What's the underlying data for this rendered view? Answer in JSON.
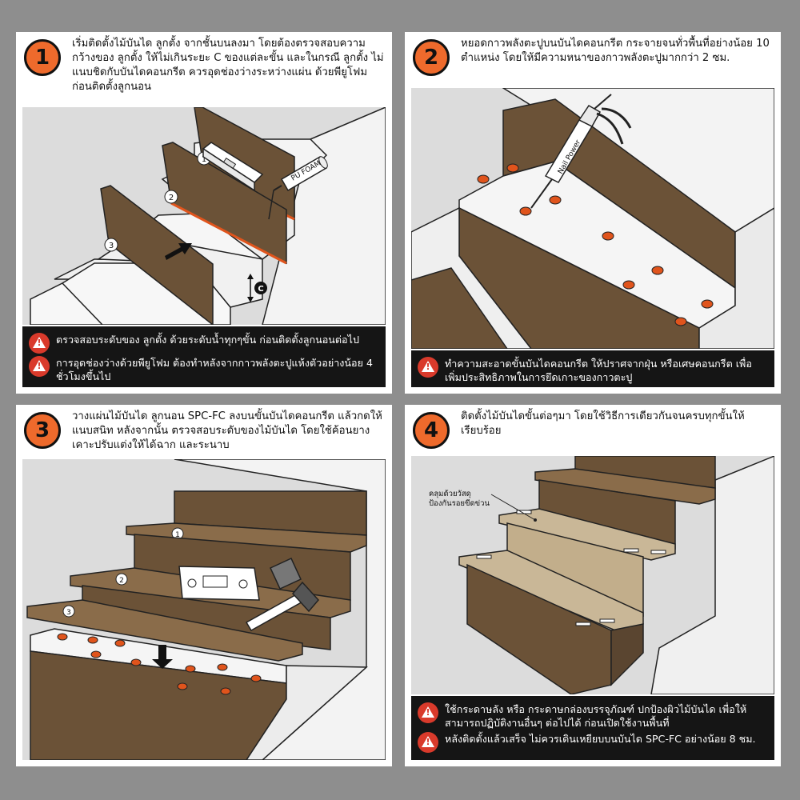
{
  "steps": [
    {
      "number": "1",
      "text": "เริ่มติดตั้งไม้บันได ลูกตั้ง จากชั้นบนลงมา โดยต้องตรวจสอบความกว้างของ ลูกตั้ง ให้ไม่เกินระยะ C ของแต่ละขั้น และในกรณี ลูกตั้ง ไม่แนบชิดกับบันไดคอนกรีต ควรอุดช่องว่างระหว่างแผ่น ด้วยพียูโฟม ก่อนติดตั้งลูกนอน",
      "labels": {
        "r1": "1",
        "r2": "2",
        "r3": "3",
        "foam": "PU FOAM",
        "c": "C"
      },
      "warnings": [
        "ตรวจสอบระดับของ ลูกตั้ง ด้วยระดับน้ำทุกๆขั้น ก่อนติดตั้งลูกนอนต่อไป",
        "การอุดช่องว่างด้วยพียูโฟม ต้องทำหลังจากกาวพลังตะปูแห้งตัวอย่างน้อย 4 ชั่วโมงขึ้นไป"
      ]
    },
    {
      "number": "2",
      "text": "หยอดกาวพลังตะปูบนบันไดคอนกรีต กระจายจนทั่วพื้นที่อย่างน้อย 10 ตำแหน่ง โดยให้มีความหนาของกาวพลังตะปูมากกว่า 2 ซม.",
      "labels": {
        "gun": "Nail Power"
      },
      "warnings": [
        "ทำความสะอาดขั้นบันไดคอนกรีต ให้ปราศจากฝุ่น หรือเศษคอนกรีต เพื่อเพิ่มประสิทธิภาพในการยึดเกาะของกาวตะปู"
      ]
    },
    {
      "number": "3",
      "text": "วางแผ่นไม้บันได ลูกนอน SPC-FC ลงบนขั้นบันไดคอนกรีต แล้วกดให้แนบสนิท หลังจากนั้น ตรวจสอบระดับของไม้บันได โดยใช้ค้อนยางเคาะปรับแต่งให้ได้ฉาก และระนาบ",
      "labels": {
        "t1": "1",
        "t2": "2",
        "t3": "3"
      },
      "warnings": []
    },
    {
      "number": "4",
      "text": "ติดตั้งไม้บันไดขั้นต่อๆมา โดยใช้วิธีการเดียวกันจนครบทุกขั้นให้เรียบร้อย",
      "callout": "คลุมด้วยวัสดุ\nป้องกันรอยขีดข่วน",
      "warnings": [
        "ใช้กระดาษลัง หรือ กระดาษกล่องบรรจุภัณฑ์ ปกป้องผิวไม้บันได เพื่อให้สามารถปฏิบัติงานอื่นๆ ต่อไปได้ ก่อนเปิดใช้งานพื้นที่",
        "หลังติดตั้งแล้วเสร็จ ไม่ควรเดินเหยียบบนบันได SPC-FC อย่างน้อย 8 ชม."
      ]
    }
  ],
  "colors": {
    "background": "#8e8e8e",
    "accent": "#ee6a2c",
    "wood": "#6b5237",
    "wood_light": "#8a6c4a",
    "glue": "#e0541c",
    "warning_bar": "#151515",
    "warning_icon": "#d93a2b"
  },
  "icons": [
    "warning-icon",
    "level-tool-icon",
    "foam-can-icon",
    "caulk-gun-icon",
    "rubber-mallet-icon",
    "arrow-icon"
  ]
}
